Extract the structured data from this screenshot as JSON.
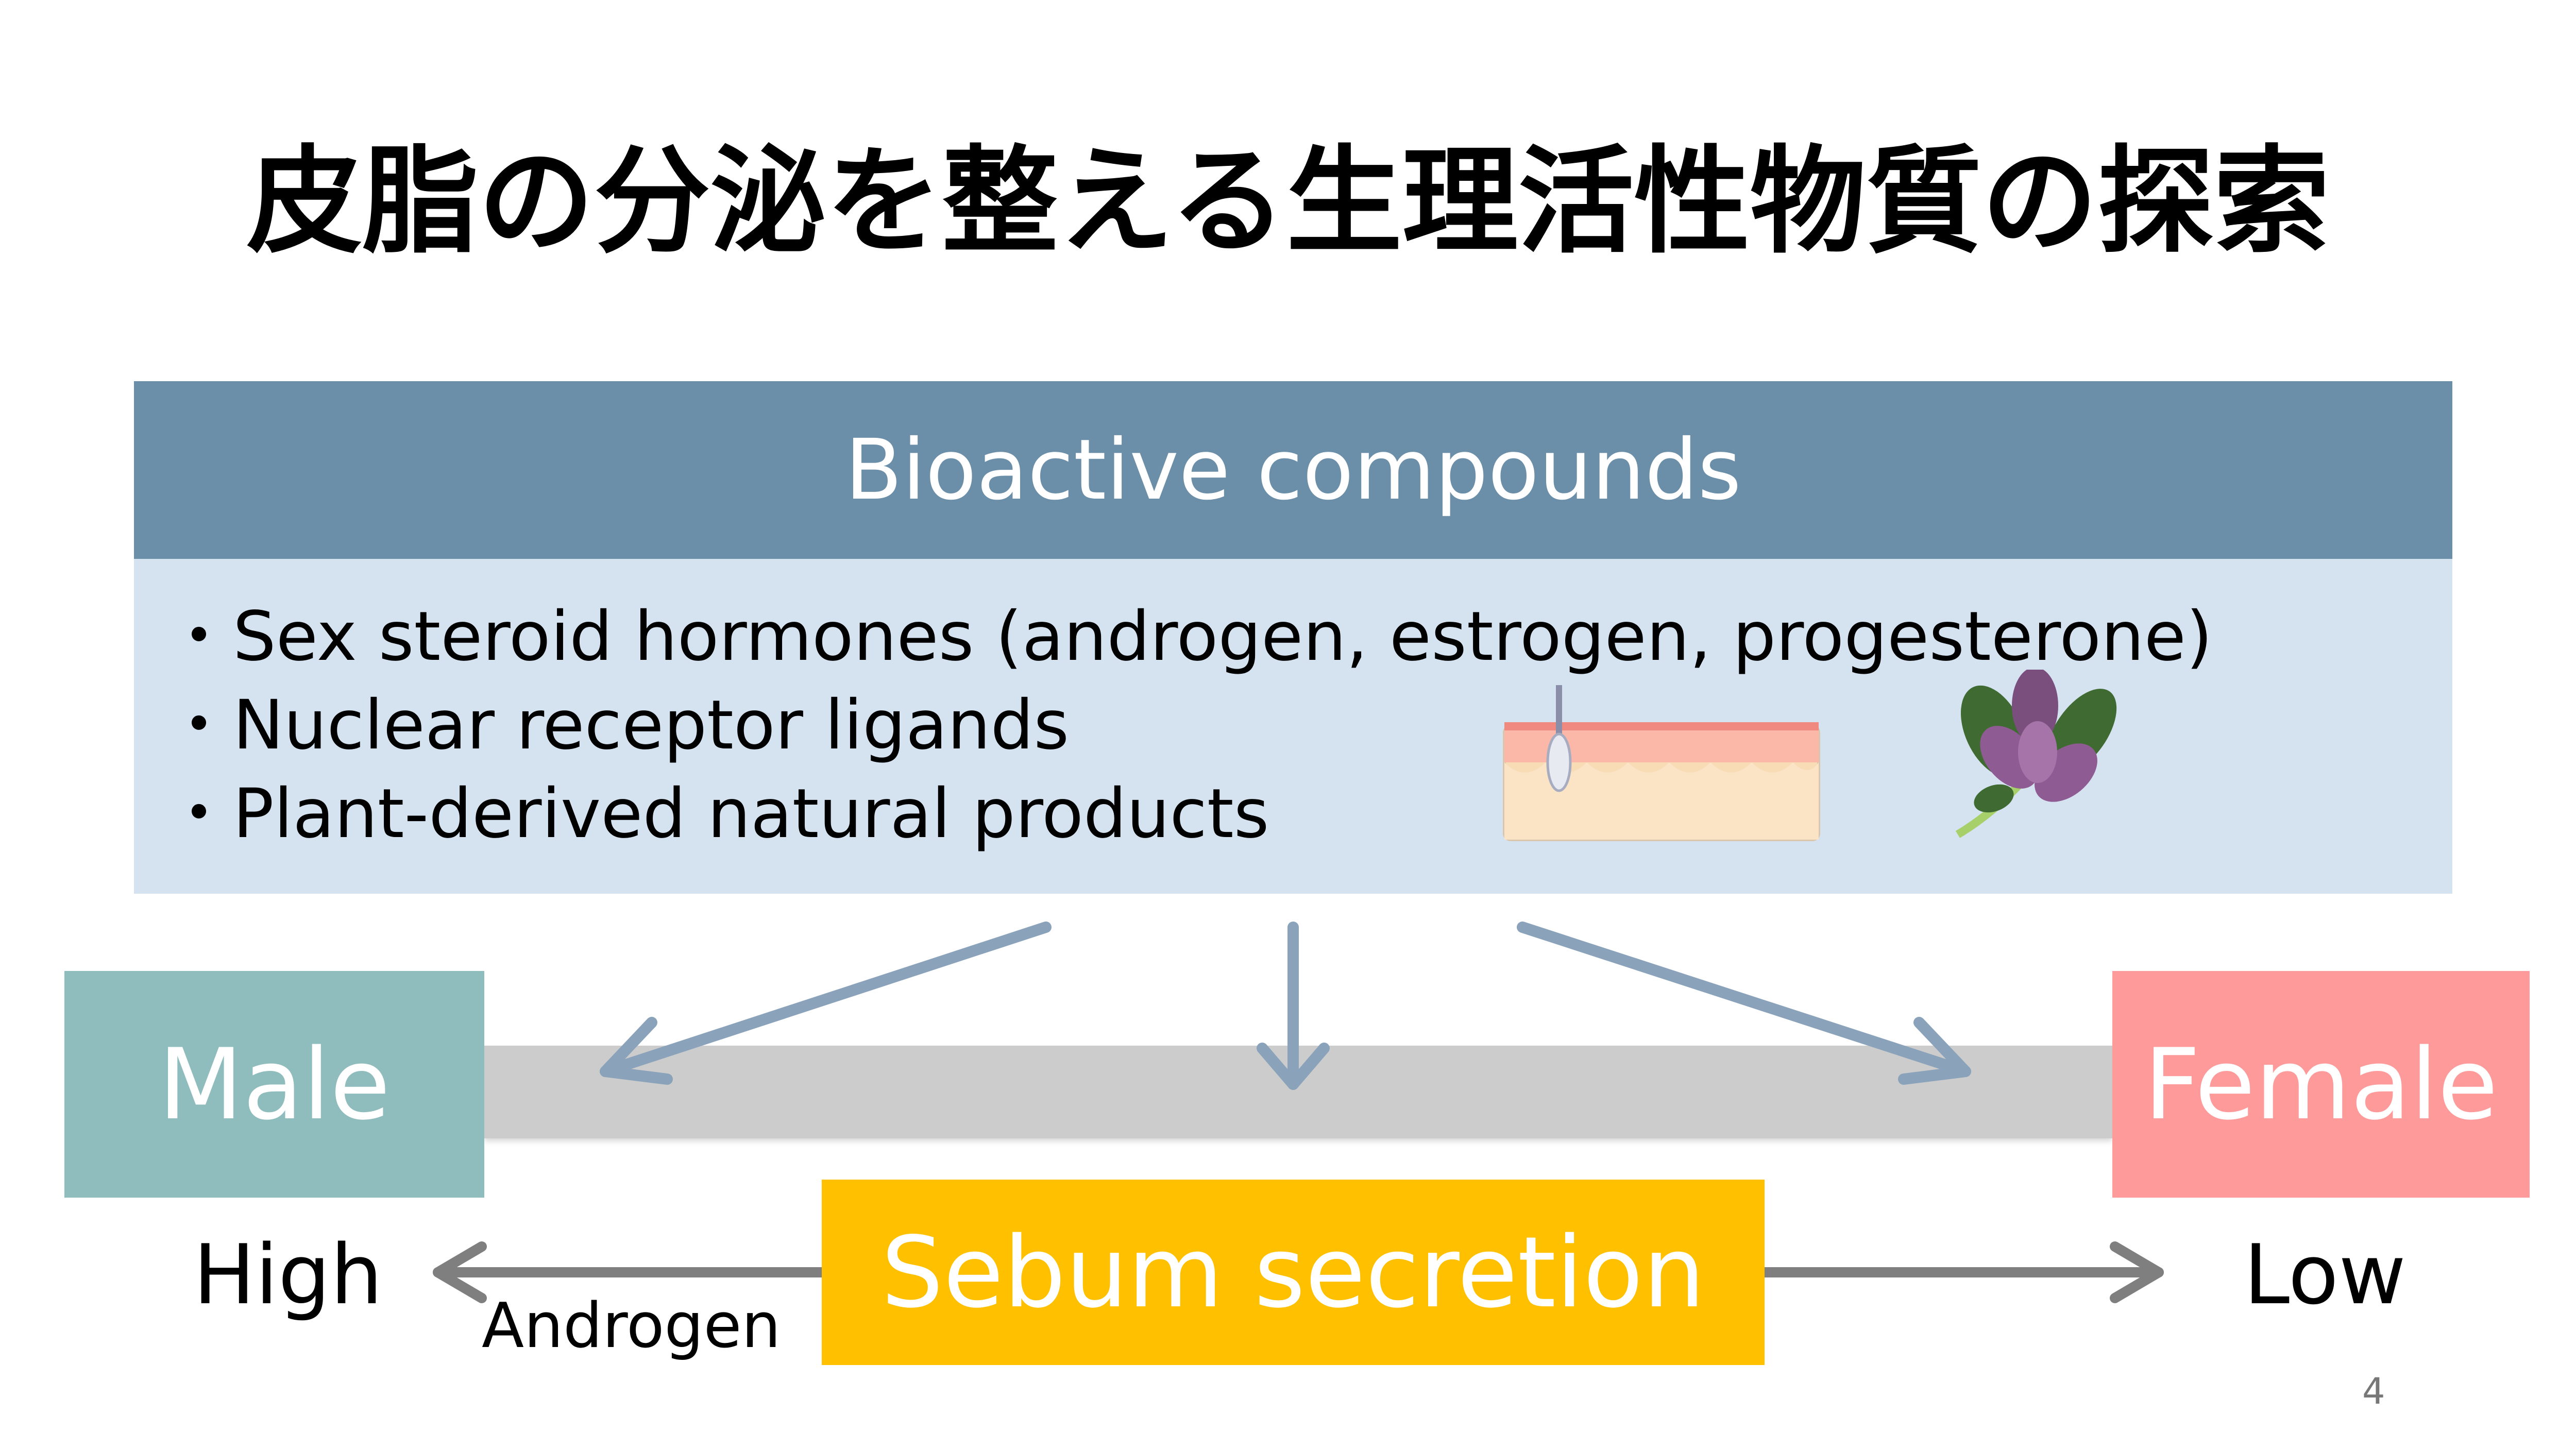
{
  "title": "皮脂の分泌を整える生理活性物質の探索",
  "panel": {
    "header": "Bioactive compounds",
    "bullets": [
      "・Sex steroid hormones (androgen, estrogen, progesterone)",
      "・Nuclear receptor ligands",
      "・Plant-derived natural products"
    ]
  },
  "spectrum": {
    "left_label": "Male",
    "right_label": "Female"
  },
  "sebum": {
    "label": "Sebum secretion",
    "high_label": "High",
    "low_label": "Low",
    "androgen_label": "Androgen"
  },
  "page_number": "4",
  "colors": {
    "header": "#6b8ea9",
    "panel": "#d5e3f1",
    "male": "#8fbcbc",
    "female": "#ff9a9a",
    "sebum": "#ffc000",
    "arrow_blue": "#8aa3bb",
    "arrow_gray": "#7f7f7f"
  },
  "icons": [
    "skin-hair-follicle-icon",
    "plant-leaves-icon"
  ]
}
